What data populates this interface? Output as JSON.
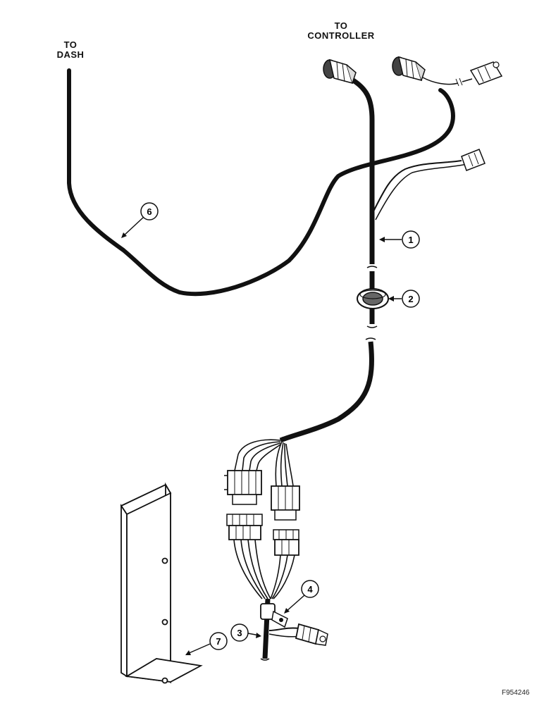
{
  "labels": {
    "to_dash_line1": "TO",
    "to_dash_line2": "DASH",
    "to_controller_line1": "TO",
    "to_controller_line2": "CONTROLLER"
  },
  "callouts": [
    "1",
    "2",
    "3",
    "4",
    "6",
    "7"
  ],
  "figure_id": "F954246"
}
